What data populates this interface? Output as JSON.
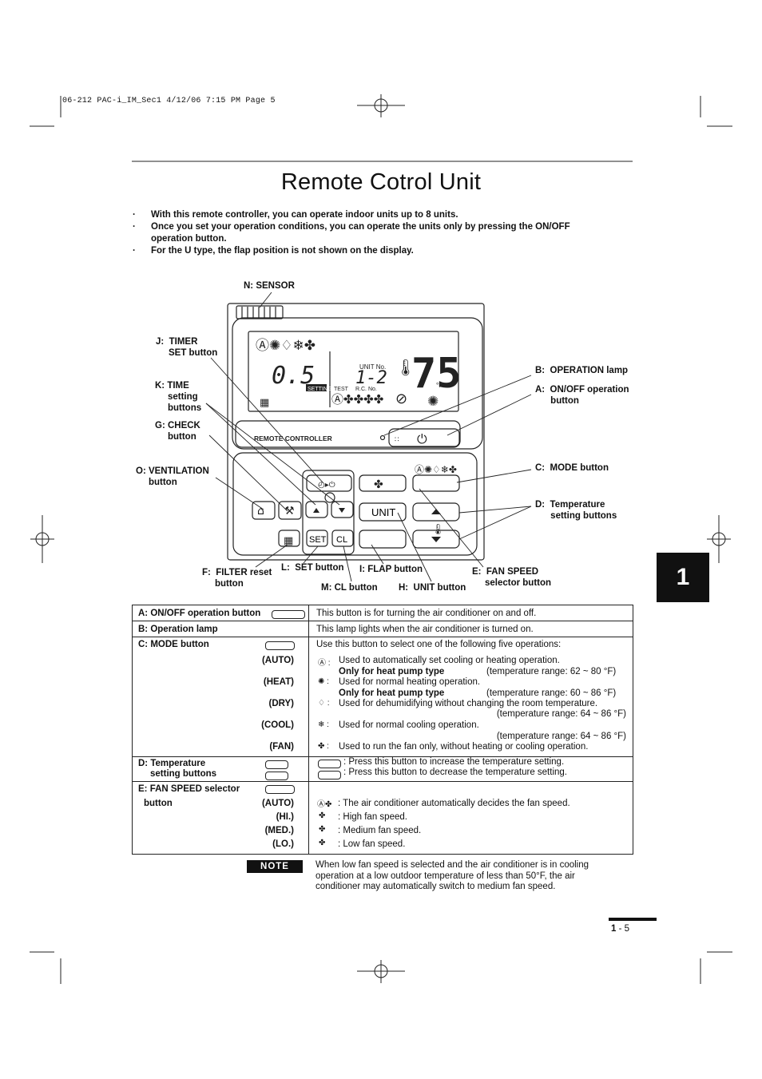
{
  "slug": "06-212 PAC-i_IM_Sec1  4/12/06  7:15 PM  Page 5",
  "title": "Remote Cotrol Unit",
  "bullets": [
    "With this remote controller, you can operate indoor units up to 8 units.",
    "Once you set your operation conditions, you can operate the units only by pressing the ON/OFF",
    "operation button.",
    "For the U type, the flap position is not shown on the display."
  ],
  "diagram": {
    "labels": {
      "sensor": "N: SENSOR",
      "timer": "J:  TIMER\n     SET button",
      "time": "K: TIME\n     setting\n     buttons",
      "check": "G: CHECK\n     button",
      "ventilation": "O: VENTILATION\n     button",
      "filter": "F:  FILTER reset\n     button",
      "set": "L:  SET button",
      "cl": "M: CL button",
      "flap": "I: FLAP button",
      "unit": "H:  UNIT button",
      "fan": "E:  FAN SPEED\n     selector button",
      "op_lamp": "B:  OPERATION lamp",
      "onoff": "A:  ON/OFF operation\n      button",
      "mode": "C:  MODE button",
      "temp": "D:  Temperature\n      setting buttons"
    },
    "lcd": {
      "timer_value": "0.5",
      "unit_no_label": "UNIT No.",
      "unit_no_value": "1-2",
      "test": "TEST",
      "rc_no": "R.C.  No.",
      "temperature": "75",
      "unit_f": "°F",
      "setting": "SETTING"
    },
    "controller_text": "REMOTE CONTROLLER",
    "buttons": {
      "unit": "UNIT",
      "set": "SET",
      "cl": "CL"
    }
  },
  "table": {
    "rows": [
      {
        "label": "A: ON/OFF operation button",
        "text": "This button is for turning the air conditioner on and off."
      },
      {
        "label": "B: Operation lamp",
        "text": "This lamp lights when the air conditioner is turned on."
      },
      {
        "label": "C: MODE button",
        "intro": "Use this button to select one of the following five operations:",
        "modes": [
          {
            "name": "(AUTO)",
            "desc": "Used to automatically set cooling or heating operation.",
            "hp": "Only for heat pump type",
            "range": "(temperature range: 62 ~ 80 °F)"
          },
          {
            "name": "(HEAT)",
            "desc": "Used for normal heating operation.",
            "hp": "Only for heat pump type",
            "range": "(temperature range: 60 ~ 86 °F)"
          },
          {
            "name": "(DRY)",
            "desc": "Used for dehumidifying without changing the room temperature.",
            "range": "(temperature range: 64 ~ 86 °F)"
          },
          {
            "name": "(COOL)",
            "desc": "Used for normal cooling operation.",
            "range": "(temperature range: 64 ~ 86 °F)"
          },
          {
            "name": "(FAN)",
            "desc": "Used to run the fan only, without heating or cooling operation."
          }
        ]
      },
      {
        "label1": "D: Temperature",
        "label2": "setting buttons",
        "up": ": Press this button to increase the temperature setting.",
        "down": ": Press this button to decrease the temperature setting."
      },
      {
        "label1": "E: FAN SPEED selector",
        "label2": "button",
        "speeds": [
          {
            "name": "(AUTO)",
            "desc": ": The air conditioner automatically decides the fan speed."
          },
          {
            "name": "(HI.)",
            "desc": ": High fan speed."
          },
          {
            "name": "(MED.)",
            "desc": ": Medium fan speed."
          },
          {
            "name": "(LO.)",
            "desc": ": Low fan speed."
          }
        ]
      }
    ]
  },
  "note": {
    "badge": "NOTE",
    "lines": [
      "When low fan speed is selected and the air conditioner is in cooling",
      "operation at a low outdoor temperature of less than 50°F, the air",
      "conditioner may automatically switch to medium fan speed."
    ]
  },
  "section_tab": "1",
  "page_number": {
    "bold": "1",
    "rest": " - 5"
  }
}
